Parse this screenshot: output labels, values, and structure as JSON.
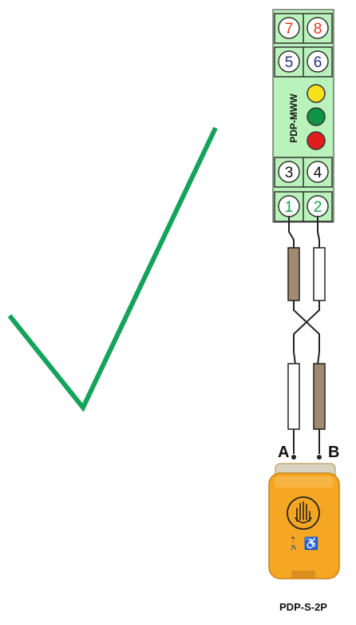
{
  "module": {
    "name": "PDP-MWW",
    "terminals": [
      {
        "label": "7",
        "color": "#e8341c"
      },
      {
        "label": "8",
        "color": "#e8341c"
      },
      {
        "label": "5",
        "color": "#2b2f86"
      },
      {
        "label": "6",
        "color": "#2b2f86"
      },
      {
        "label": "3",
        "color": "#111111"
      },
      {
        "label": "4",
        "color": "#111111"
      },
      {
        "label": "1",
        "color": "#15a05a"
      },
      {
        "label": "2",
        "color": "#15a05a"
      }
    ],
    "leds": [
      "yellow",
      "green",
      "red"
    ],
    "body_color": "#b9f2bb"
  },
  "wires": {
    "left_label": "A",
    "right_label": "B",
    "brown": "#a08a70",
    "white": "#ffffff"
  },
  "device": {
    "name": "PDP-S-2P",
    "color": "#f5a623",
    "icons": [
      "hand-icon",
      "walking-person-icon",
      "wheelchair-icon"
    ]
  },
  "checkmark": {
    "color": "#14a35a",
    "meaning": "correct"
  }
}
